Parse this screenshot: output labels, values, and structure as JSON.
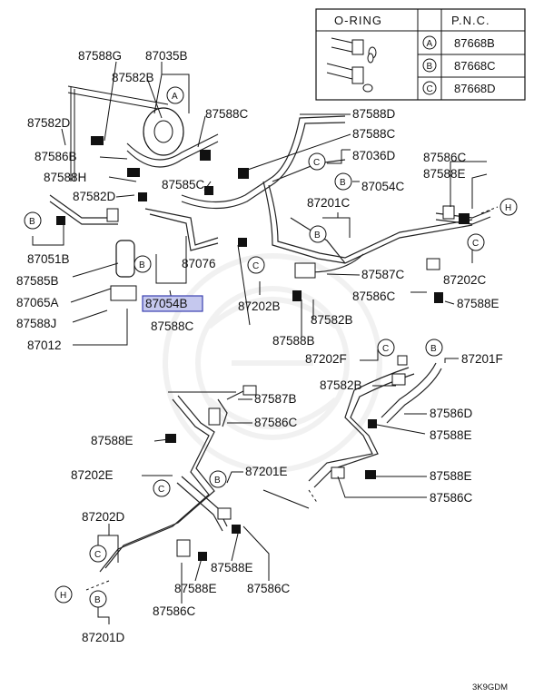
{
  "oring_table": {
    "header_left": "O-RING",
    "header_right": "P.N.C.",
    "rows": [
      {
        "key": "A",
        "pnc": "87668B"
      },
      {
        "key": "B",
        "pnc": "87668C"
      },
      {
        "key": "C",
        "pnc": "87668D"
      }
    ]
  },
  "callouts": {
    "p87588G": "87588G",
    "p87035B": "87035B",
    "p87582B_top": "87582B",
    "p87582D_1": "87582D",
    "p87588C_1": "87588C",
    "p87588D": "87588D",
    "p87586B": "87586B",
    "p87588C_2": "87588C",
    "p87036D": "87036D",
    "p87588H": "87588H",
    "p87586C_1": "87586C",
    "p87585C": "87585C",
    "p87054C": "87054C",
    "p87588E_1": "87588E",
    "p87582D_2": "87582D",
    "p87201C": "87201C",
    "p87051B": "87051B",
    "p87076": "87076",
    "p87585B": "87585B",
    "p87587C": "87587C",
    "p87202C": "87202C",
    "p87065A": "87065A",
    "p87054B": "87054B",
    "p87202B": "87202B",
    "p87586C_2": "87586C",
    "p87588E_2": "87588E",
    "p87588J": "87588J",
    "p87588C_3": "87588C",
    "p87582B_mid": "87582B",
    "p87588B": "87588B",
    "p87012": "87012",
    "p87202F": "87202F",
    "p87201F": "87201F",
    "p87582B_low": "87582B",
    "p87587B": "87587B",
    "p87586D": "87586D",
    "p87586C_3": "87586C",
    "p87588E_3": "87588E",
    "p87588E_4": "87588E",
    "p87202E": "87202E",
    "p87201E": "87201E",
    "p87588E_5": "87588E",
    "p87586C_4": "87586C",
    "p87202D": "87202D",
    "p87588E_6": "87588E",
    "p87588E_7": "87588E",
    "p87586C_5": "87586C",
    "p87586C_6": "87586C",
    "p87201D": "87201D"
  },
  "circle_markers": {
    "A": "A",
    "B": "B",
    "C": "C",
    "H": "H"
  },
  "diagram_code": "3K9GDM",
  "highlight_color": "#c5c8ee",
  "highlight_border": "#3a3fb0"
}
